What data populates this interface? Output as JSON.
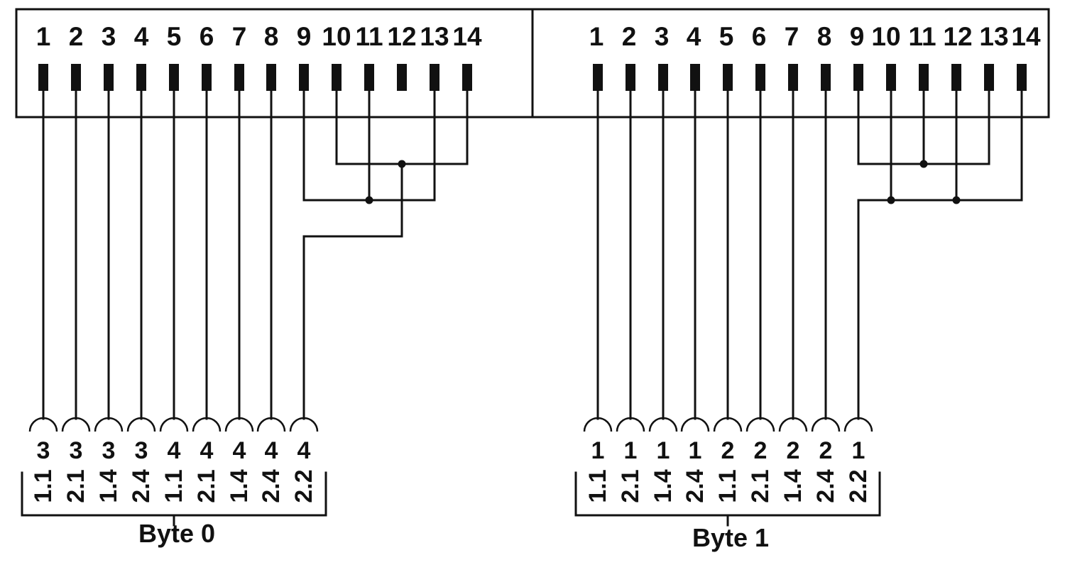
{
  "header": {
    "blocks": [
      {
        "pins": [
          "1",
          "2",
          "3",
          "4",
          "5",
          "6",
          "7",
          "8",
          "9",
          "10",
          "11",
          "12",
          "13",
          "14"
        ]
      },
      {
        "pins": [
          "1",
          "2",
          "3",
          "4",
          "5",
          "6",
          "7",
          "8",
          "9",
          "10",
          "11",
          "12",
          "13",
          "14"
        ]
      }
    ]
  },
  "groups": [
    {
      "label": "Byte 0",
      "terminals": [
        {
          "num": "3",
          "sub": "1.1"
        },
        {
          "num": "3",
          "sub": "2.1"
        },
        {
          "num": "3",
          "sub": "1.4"
        },
        {
          "num": "3",
          "sub": "2.4"
        },
        {
          "num": "4",
          "sub": "1.1"
        },
        {
          "num": "4",
          "sub": "2.1"
        },
        {
          "num": "4",
          "sub": "1.4"
        },
        {
          "num": "4",
          "sub": "2.4"
        },
        {
          "num": "4",
          "sub": "2.2"
        }
      ]
    },
    {
      "label": "Byte 1",
      "terminals": [
        {
          "num": "1",
          "sub": "1.1"
        },
        {
          "num": "1",
          "sub": "2.1"
        },
        {
          "num": "1",
          "sub": "1.4"
        },
        {
          "num": "1",
          "sub": "2.4"
        },
        {
          "num": "2",
          "sub": "1.1"
        },
        {
          "num": "2",
          "sub": "2.1"
        },
        {
          "num": "2",
          "sub": "1.4"
        },
        {
          "num": "2",
          "sub": "2.4"
        },
        {
          "num": "1",
          "sub": "2.2"
        }
      ]
    }
  ]
}
